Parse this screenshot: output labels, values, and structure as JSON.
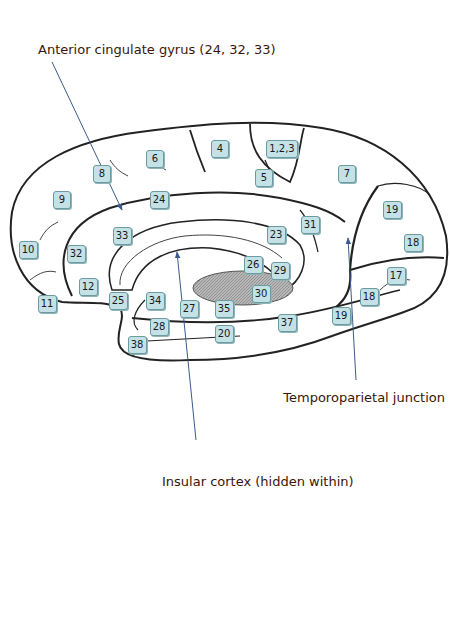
{
  "diagram": {
    "nodes": [
      {
        "text": [
          "4"
        ]
      },
      {
        "text": [
          "1,2,3"
        ]
      },
      {
        "text": [
          "6"
        ]
      },
      {
        "text": [
          "8"
        ]
      },
      {
        "text": [
          "7"
        ]
      },
      {
        "text": [
          "5"
        ]
      },
      {
        "text": [
          "9"
        ]
      },
      {
        "text": [
          "24"
        ]
      },
      {
        "text": [
          "19"
        ]
      },
      {
        "text": [
          "31"
        ]
      },
      {
        "text": [
          "23"
        ]
      },
      {
        "text": [
          "33"
        ]
      },
      {
        "text": [
          "18"
        ]
      },
      {
        "text": [
          "10"
        ]
      },
      {
        "text": [
          "32"
        ]
      },
      {
        "text": [
          "26"
        ]
      },
      {
        "text": [
          "29"
        ]
      },
      {
        "text": [
          "17"
        ]
      },
      {
        "text": [
          "12"
        ]
      },
      {
        "text": [
          "30"
        ]
      },
      {
        "text": [
          "18"
        ]
      },
      {
        "text": [
          "25"
        ]
      },
      {
        "text": [
          "34"
        ]
      },
      {
        "text": [
          "11"
        ]
      },
      {
        "text": [
          "27"
        ]
      },
      {
        "text": [
          "35"
        ]
      },
      {
        "text": [
          "19"
        ]
      },
      {
        "text": [
          "37"
        ]
      },
      {
        "text": [
          "28"
        ]
      },
      {
        "text": [
          "20"
        ]
      },
      {
        "text": [
          "38"
        ]
      }
    ],
    "labels": [
      "Anterior cingulate gyrus (24, 32, 33)",
      "Temporoparietal junction",
      "Insular cortex (hidden within)"
    ]
  }
}
